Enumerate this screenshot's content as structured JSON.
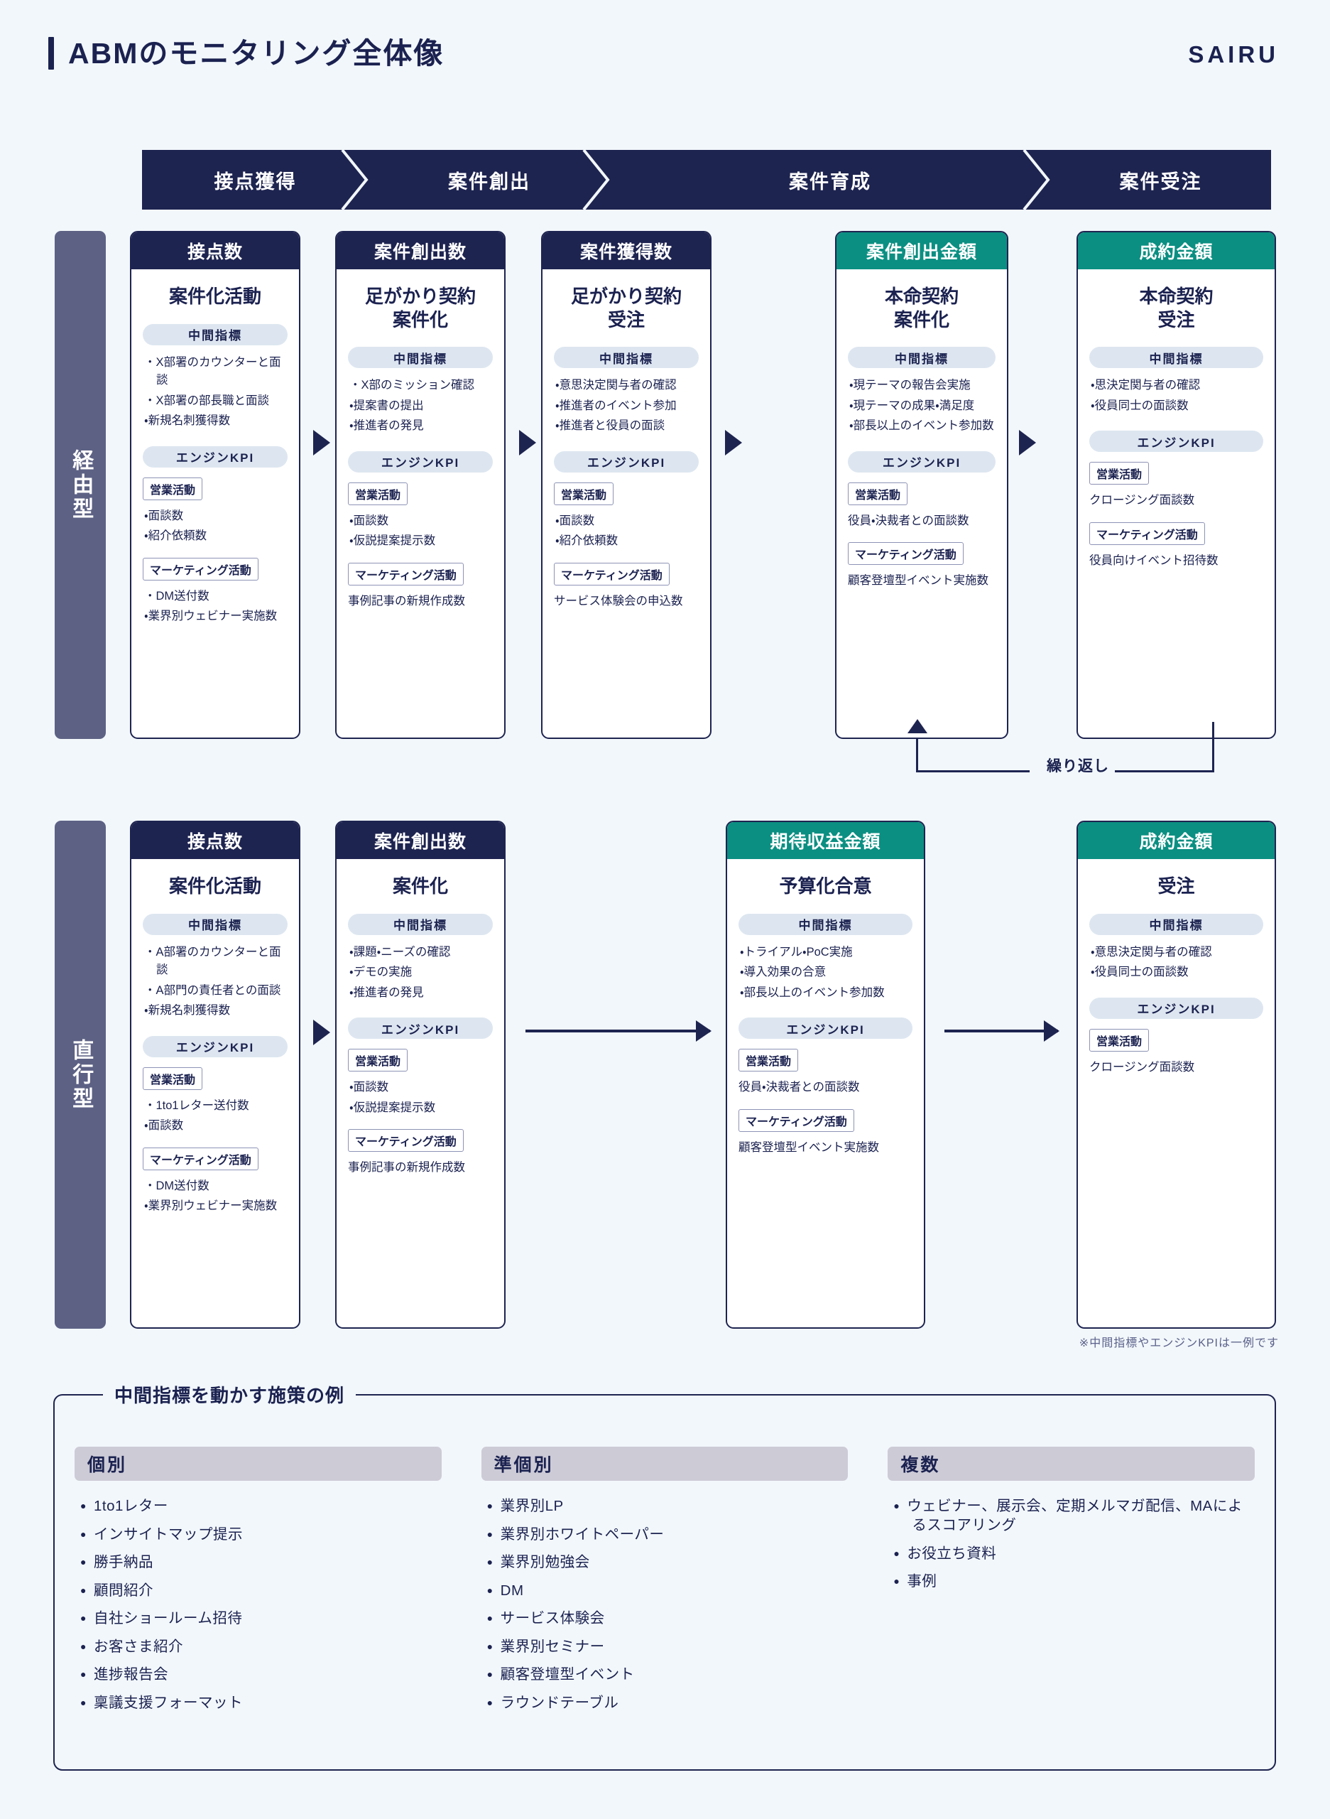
{
  "header": {
    "title": "ABMのモニタリング全体像",
    "brand": "SAIRU"
  },
  "banner": {
    "stages": [
      {
        "label": "接点獲得"
      },
      {
        "label": "案件創出"
      },
      {
        "label": "案件育成"
      },
      {
        "label": "案件受注"
      }
    ]
  },
  "labels": {
    "intermediate": "中間指標",
    "engine_kpi": "エンジンKPI",
    "sales_activity": "営業活動",
    "marketing_activity": "マーケティング活動",
    "loop": "繰り返し"
  },
  "row1": {
    "side_label": "経由型",
    "cards": [
      {
        "head": "接点数",
        "head_color": "#1e2450",
        "subtitle": "案件化活動",
        "intermediate": [
          "X部署のカウンターと面談",
          "X部署の部長職と面談",
          "新規名刺獲得数"
        ],
        "sales": [
          "面談数",
          "紹介依頼数"
        ],
        "sales_plain": [],
        "marketing": [
          "DM送付数",
          "業界別ウェビナー実施数"
        ],
        "marketing_plain": []
      },
      {
        "head": "案件創出数",
        "head_color": "#1e2450",
        "subtitle": "足がかり契約\n案件化",
        "intermediate": [
          "X部のミッション確認",
          "提案書の提出",
          "推進者の発見"
        ],
        "sales": [
          "面談数",
          "仮説提案提示数"
        ],
        "sales_plain": [],
        "marketing": [],
        "marketing_plain": [
          "事例記事の新規作成数"
        ]
      },
      {
        "head": "案件獲得数",
        "head_color": "#1e2450",
        "subtitle": "足がかり契約\n受注",
        "intermediate": [
          "意思決定関与者の確認",
          "推進者のイベント参加",
          "推進者と役員の面談"
        ],
        "sales": [
          "面談数",
          "紹介依頼数"
        ],
        "sales_plain": [],
        "marketing": [],
        "marketing_plain": [
          "サービス体験会の申込数"
        ]
      },
      {
        "head": "案件創出金額",
        "head_color": "#0b8f82",
        "subtitle": "本命契約\n案件化",
        "intermediate": [
          "現テーマの報告会実施",
          "現テーマの成果・満足度",
          "部長以上のイベント参加数"
        ],
        "sales": [],
        "sales_plain": [
          "役員・決裁者との面談数"
        ],
        "marketing": [],
        "marketing_plain": [
          "顧客登壇型イベント実施数"
        ]
      },
      {
        "head": "成約金額",
        "head_color": "#0b8f82",
        "subtitle": "本命契約\n受注",
        "intermediate": [
          "思決定関与者の確認",
          "役員同士の面談数"
        ],
        "sales": [],
        "sales_plain": [
          "クロージング面談数"
        ],
        "marketing": [],
        "marketing_plain": [
          "役員向けイベント招待数"
        ]
      }
    ]
  },
  "row2": {
    "side_label": "直行型",
    "cards": [
      {
        "head": "接点数",
        "head_color": "#1e2450",
        "subtitle": "案件化活動",
        "intermediate": [
          "A部署のカウンターと面談",
          "A部門の責任者との面談",
          "新規名刺獲得数"
        ],
        "sales": [
          "1to1レター送付数",
          "面談数"
        ],
        "sales_plain": [],
        "marketing": [
          "DM送付数",
          "業界別ウェビナー実施数"
        ],
        "marketing_plain": []
      },
      {
        "head": "案件創出数",
        "head_color": "#1e2450",
        "subtitle": "案件化",
        "intermediate": [
          "課題・ニーズの確認",
          "デモの実施",
          "推進者の発見"
        ],
        "sales": [
          "面談数",
          "仮説提案提示数"
        ],
        "sales_plain": [],
        "marketing": [],
        "marketing_plain": [
          "事例記事の新規作成数"
        ]
      },
      {
        "head": "期待収益金額",
        "head_color": "#0b8f82",
        "subtitle": "予算化合意",
        "intermediate": [
          "トライアル・PoC実施",
          "導入効果の合意",
          "部長以上のイベント参加数"
        ],
        "sales": [],
        "sales_plain": [
          "役員・決裁者との面談数"
        ],
        "marketing": [],
        "marketing_plain": [
          "顧客登壇型イベント実施数"
        ]
      },
      {
        "head": "成約金額",
        "head_color": "#0b8f82",
        "subtitle": "受注",
        "intermediate": [
          "意思決定関与者の確認",
          "役員同士の面談数"
        ],
        "sales": [],
        "sales_plain": [
          "クロージング面談数"
        ],
        "marketing": [],
        "marketing_plain": []
      }
    ]
  },
  "footnote": "※中間指標やエンジンKPIは一例です",
  "panel": {
    "title": "中間指標を動かす施策の例",
    "columns": [
      {
        "head": "個別",
        "items": [
          "1to1レター",
          "インサイトマップ提示",
          "勝手納品",
          "顧問紹介",
          "自社ショールーム招待",
          "お客さま紹介",
          "進捗報告会",
          "稟議支援フォーマット"
        ]
      },
      {
        "head": "準個別",
        "items": [
          "業界別LP",
          "業界別ホワイトペーパー",
          "業界別勉強会",
          "DM",
          "サービス体験会",
          "業界別セミナー",
          "顧客登壇型イベント",
          "ラウンドテーブル"
        ]
      },
      {
        "head": "複数",
        "items": [
          "ウェビナー、展示会、定期メルマガ配信、MAによるスコアリング",
          "お役立ち資料",
          "事例"
        ]
      }
    ]
  },
  "colors": {
    "navy": "#1e2450",
    "teal": "#0b8f82",
    "sidebar": "#5d6184",
    "pill": "#dde6f0",
    "panel_head": "#cdcbd6",
    "background": "#f2f7fb"
  }
}
